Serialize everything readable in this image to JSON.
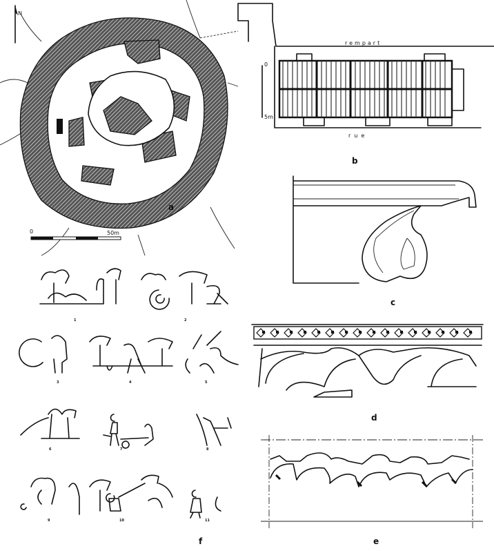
{
  "plate": {
    "a": {
      "label": "a",
      "north": "N",
      "scale_start": "0",
      "scale_end": "50m"
    },
    "b": {
      "label": "b",
      "top_text": "rempart",
      "bottom_text": "rue",
      "scale_start": "0",
      "scale_end": "5m"
    },
    "c": {
      "label": "c"
    },
    "d": {
      "label": "d"
    },
    "e": {
      "label": "e"
    },
    "f": {
      "label": "f",
      "scene_numbers": [
        "1",
        "2",
        "3",
        "4",
        "5",
        "6",
        "7",
        "8",
        "9",
        "10",
        "11"
      ]
    }
  },
  "colors": {
    "ink": "#111111",
    "paper": "#ffffff"
  }
}
